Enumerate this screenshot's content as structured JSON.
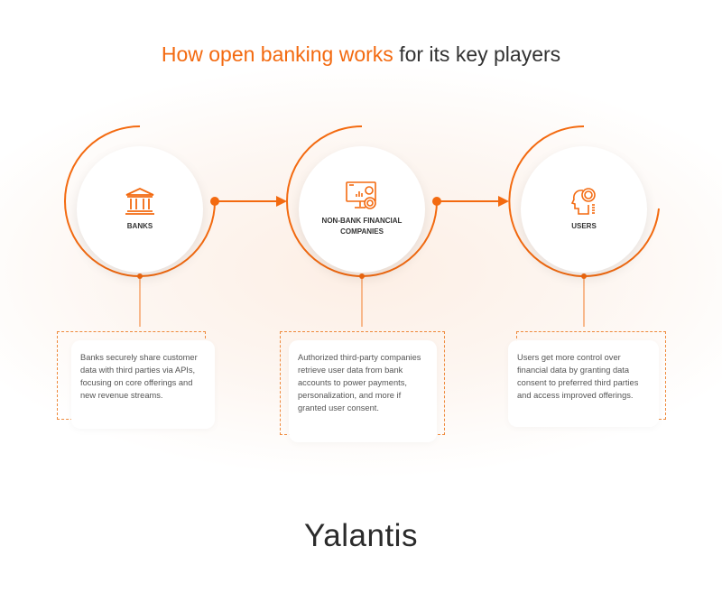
{
  "title": {
    "highlight": "How open banking works",
    "rest": " for its key players"
  },
  "colors": {
    "accent": "#f36a10"
  },
  "players": [
    {
      "label": "BANKS",
      "icon": "bank-icon",
      "description": "Banks securely share customer data with third parties via APIs, focusing on core offerings and new revenue streams."
    },
    {
      "label": "NON-BANK FINANCIAL COMPANIES",
      "icon": "analytics-monitor-icon",
      "description": "Authorized third-party companies retrieve user data from bank accounts to power payments, personalization, and more if granted user consent."
    },
    {
      "label": "USERS",
      "icon": "user-money-icon",
      "description": "Users get more control over financial data by granting data consent to preferred third parties and access improved offerings."
    }
  ],
  "logo": "Yalantis"
}
